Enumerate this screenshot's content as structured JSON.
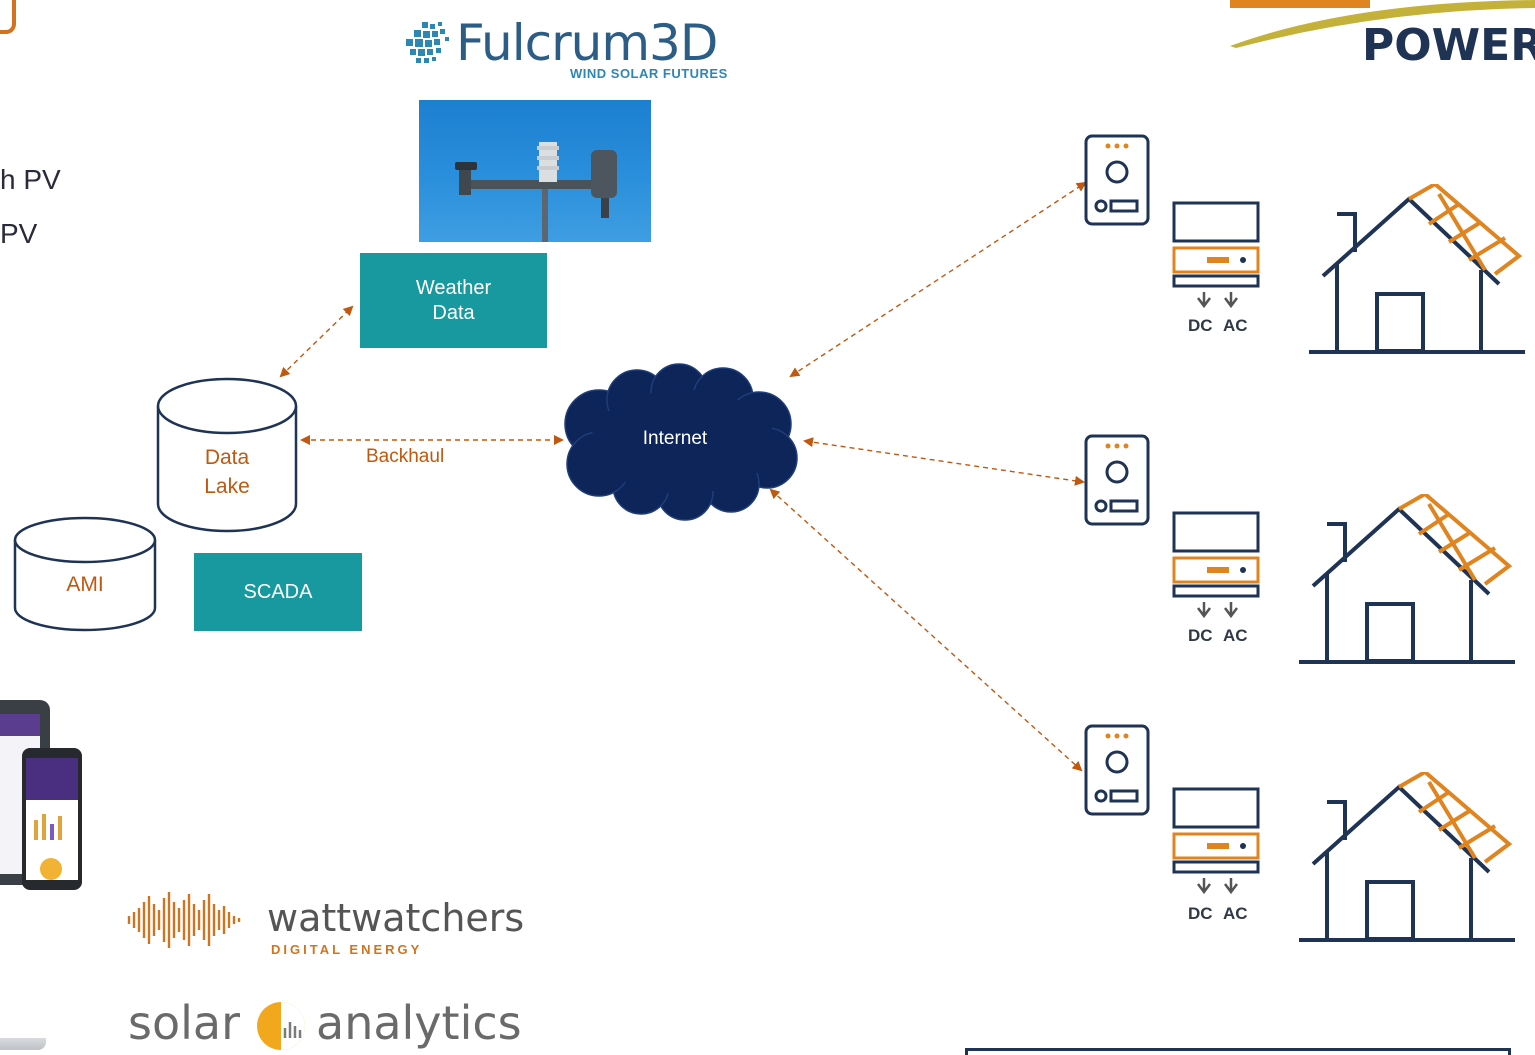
{
  "header": {
    "fulcrum_logo_text": "Fulcrum3D",
    "fulcrum_tagline": "WIND SOLAR FUTURES",
    "horizon_logo_text": "POWER"
  },
  "left_text": {
    "line1": "h PV",
    "line2": "PV"
  },
  "diagram": {
    "weather_data": "Weather Data",
    "data_lake_line1": "Data",
    "data_lake_line2": "Lake",
    "ami": "AMI",
    "scada": "SCADA",
    "backhaul": "Backhaul",
    "internet": "Internet"
  },
  "sites": [
    {
      "dc_label": "DC",
      "ac_label": "AC"
    },
    {
      "dc_label": "DC",
      "ac_label": "AC"
    },
    {
      "dc_label": "DC",
      "ac_label": "AC"
    }
  ],
  "vendors": {
    "wattwatchers": "wattwatchers",
    "wattwatchers_sub": "DIGITAL ENERGY",
    "solar_analytics_left": "solar",
    "solar_analytics_right": "analytics"
  },
  "colors": {
    "teal": "#17999f",
    "cloud": "#0d2559",
    "arrow": "#c0580f",
    "orange": "#e0841f",
    "navy": "#1f3355"
  }
}
